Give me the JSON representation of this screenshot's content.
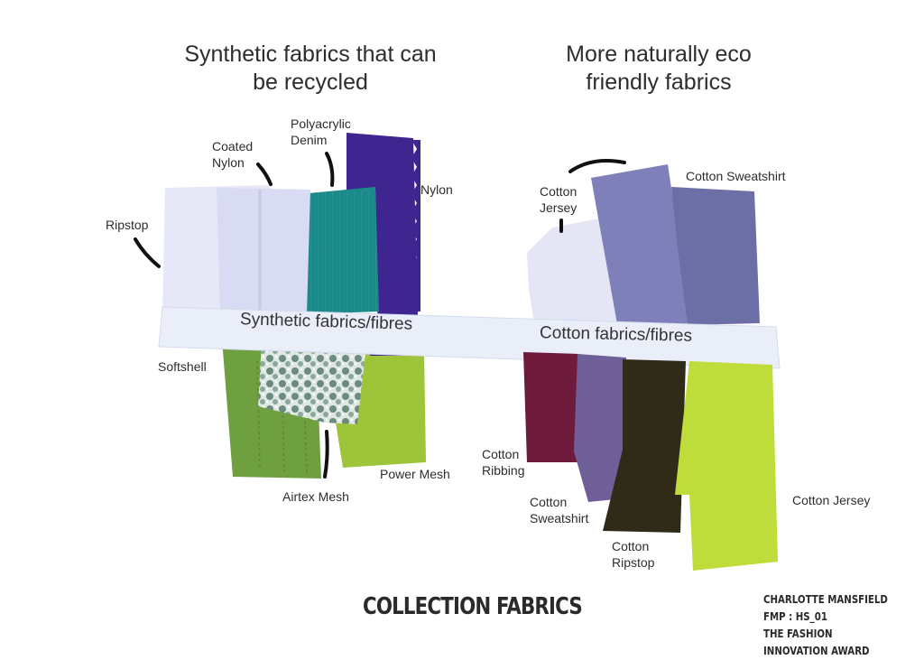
{
  "headings": {
    "synthetic": "Synthetic fabrics that can be recycled",
    "natural": "More naturally eco friendly fabrics"
  },
  "bands": {
    "synthetic": "Synthetic fabrics/fibres",
    "cotton": "Cotton fabrics/fibres"
  },
  "labels": {
    "ripstop": "Ripstop",
    "coated_nylon": "Coated Nylon",
    "polyacrylic_denim": "Polyacrylic Denim",
    "nylon": "Nylon",
    "softshell": "Softshell",
    "airtex_mesh": "Airtex Mesh",
    "power_mesh": "Power Mesh",
    "cotton_jersey_top": "Cotton Jersey",
    "cotton_sweatshirt_top": "Cotton Sweatshirt",
    "cotton_ribbing": "Cotton Ribbing",
    "cotton_sweatshirt_bottom": "Cotton Sweatshirt",
    "cotton_ripstop": "Cotton Ripstop",
    "cotton_jersey_bottom": "Cotton Jersey"
  },
  "footer": {
    "title": "COLLECTION FABRICS",
    "name": "CHARLOTTE MANSFIELD",
    "code": "FMP : HS_01",
    "award": "THE FASHION INNOVATION AWARD"
  },
  "colors": {
    "ripstop": "#e6e8f7",
    "coated_nylon": "#d9dcf1",
    "teal": "#1b8a8a",
    "nylon_purple": "#3e258f",
    "softshell_green": "#6fa040",
    "power_mesh_green": "#9ec43a",
    "cotton_jersey_light": "#e4e6f6",
    "lavender": "#7f80ba",
    "wine": "#6e1b3b",
    "mauve": "#6f5f98",
    "dark_brown": "#302a18",
    "lime": "#bedc3a",
    "band": "#e9eef9"
  }
}
